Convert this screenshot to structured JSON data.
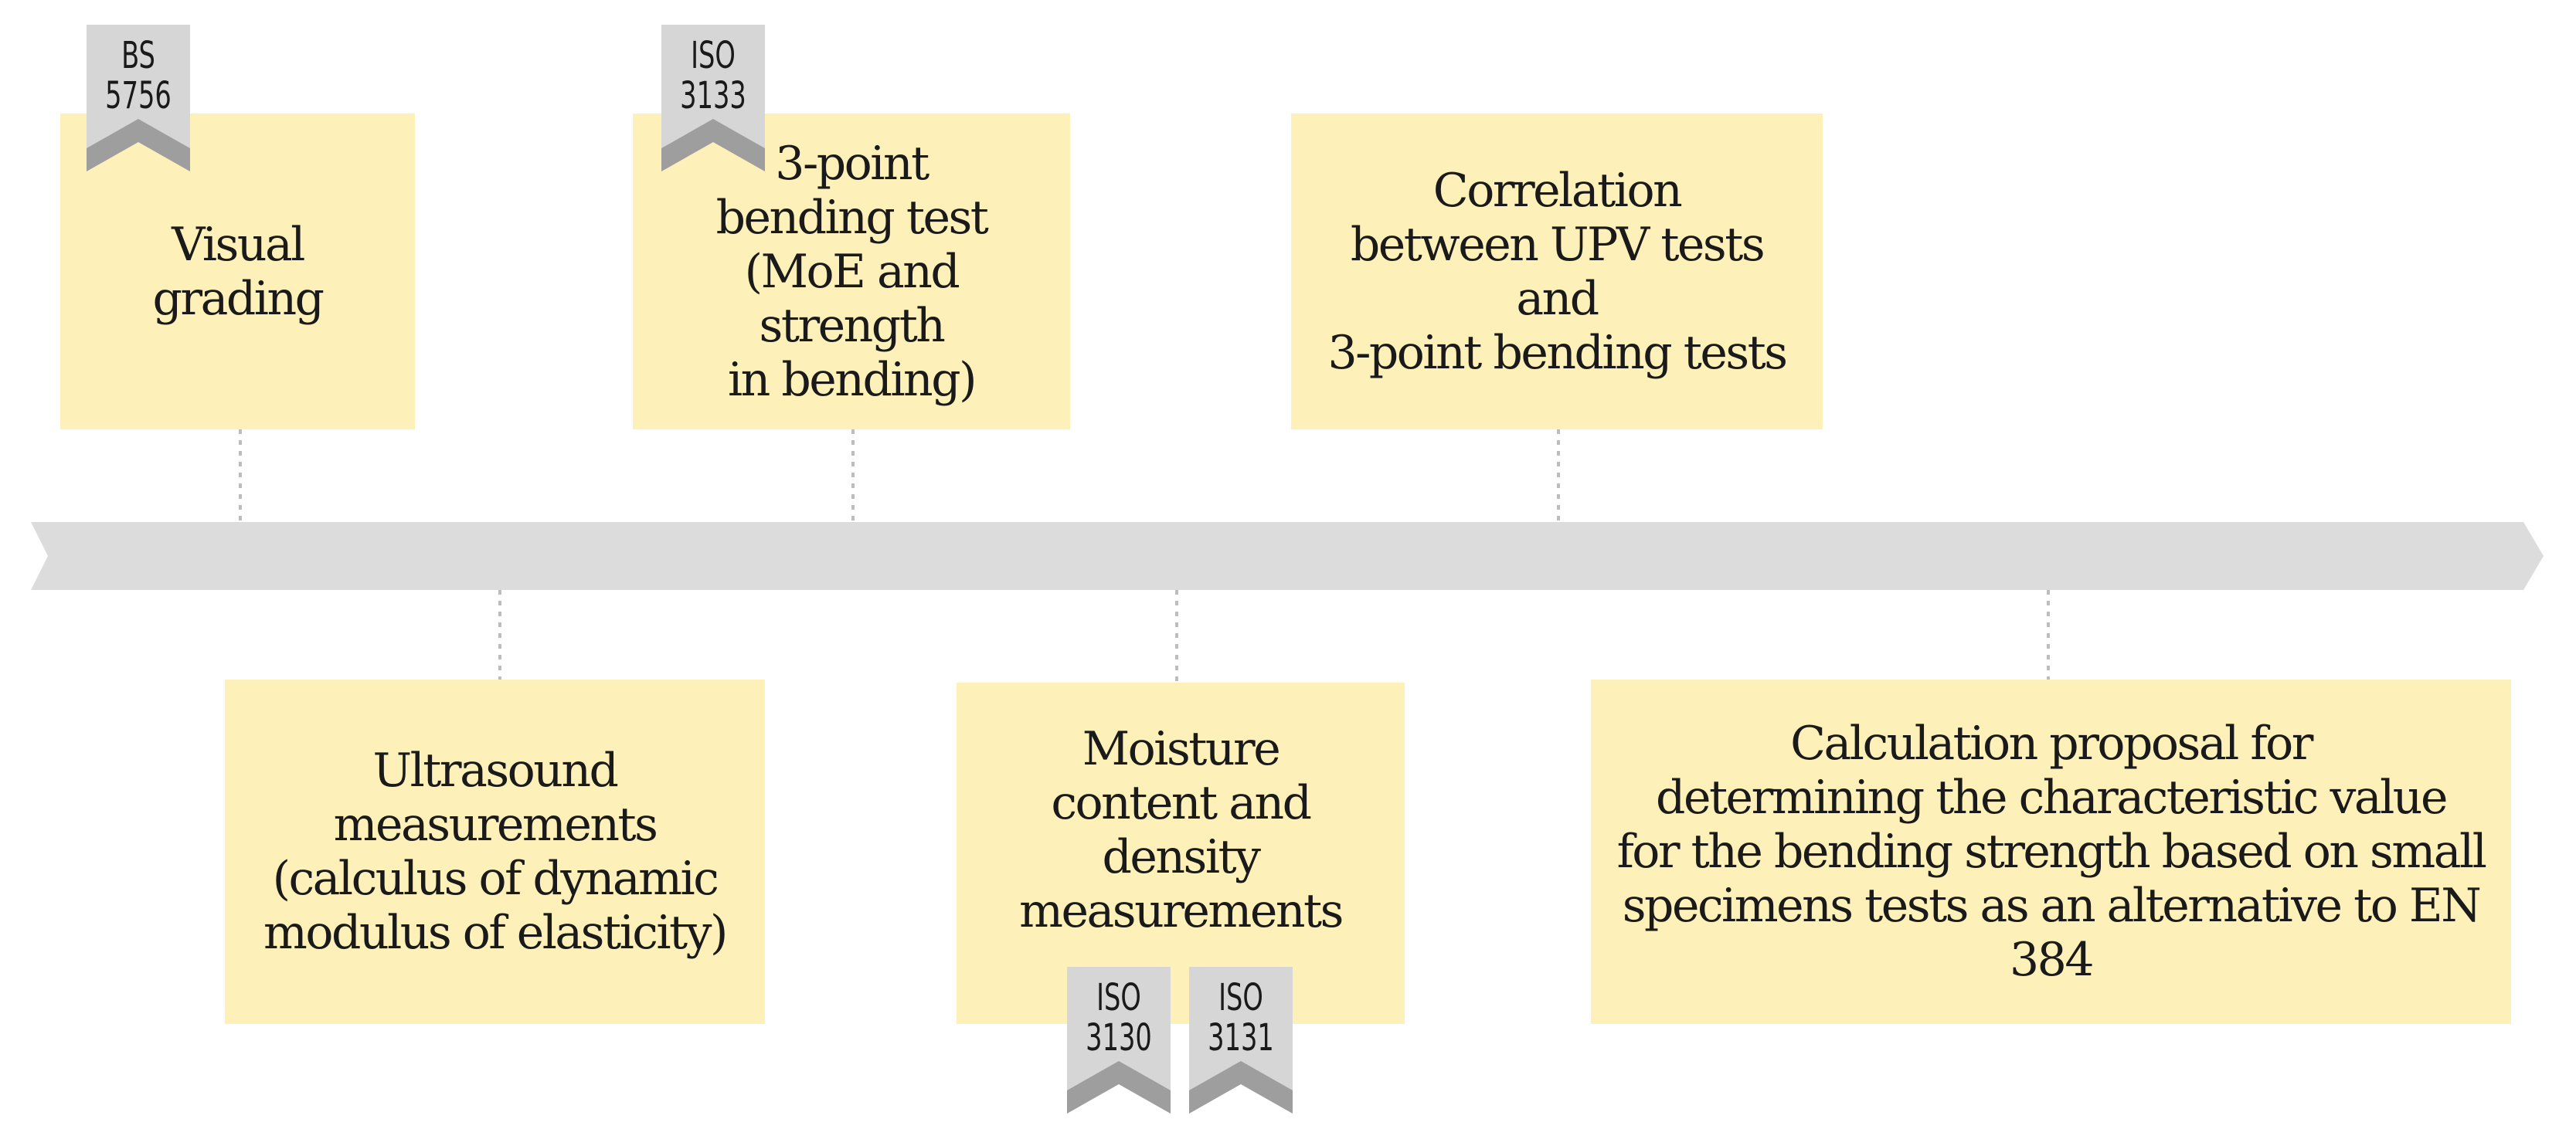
{
  "colors": {
    "box_fill": "#fdf0b8",
    "timeline_fill": "#dcdcdc",
    "connector": "#bdbdbd",
    "tag_fill": "#d6d6d6",
    "tag_chevron": "#9e9e9e",
    "text": "#1a1a1a"
  },
  "top_steps": [
    {
      "label": "Visual grading"
    },
    {
      "label": "3-point\nbending test\n(MoE and strength\nin bending)"
    },
    {
      "label": "Correlation\nbetween UPV tests and\n3-point bending tests"
    }
  ],
  "bottom_steps": [
    {
      "label": "Ultrasound\nmeasurements\n(calculus of dynamic\nmodulus of elasticity)"
    },
    {
      "label": "Moisture\ncontent and density\nmeasurements"
    },
    {
      "label": "Calculation proposal for\ndetermining the characteristic value\nfor the bending strength based on small\nspecimens tests as an alternative to EN 384"
    }
  ],
  "standard_tags": [
    {
      "label": "BS\n5756"
    },
    {
      "label": "ISO\n3133"
    },
    {
      "label": "ISO\n3130"
    },
    {
      "label": "ISO\n3131"
    }
  ]
}
